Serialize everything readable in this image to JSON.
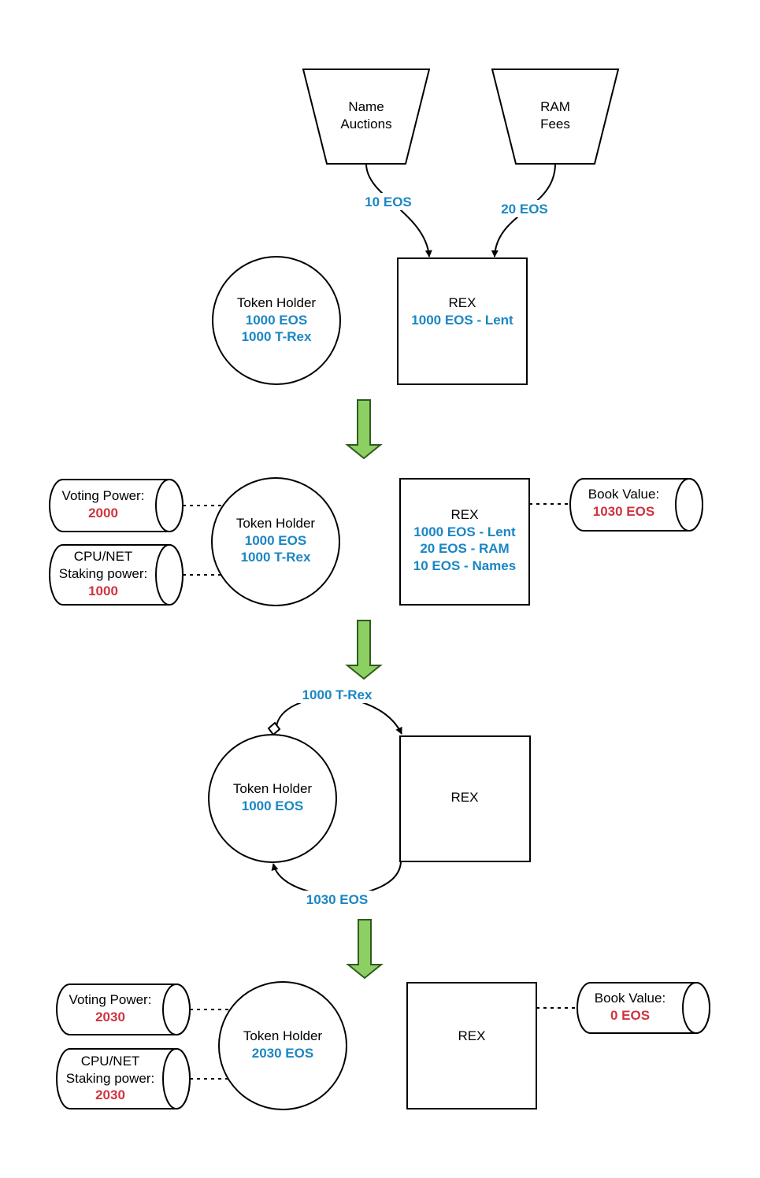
{
  "colors": {
    "accent_blue": "#1b86c4",
    "accent_red": "#d0343e",
    "arrow_green": "#8ccf62"
  },
  "stage1": {
    "name_auctions": [
      "Name",
      "Auctions"
    ],
    "ram_fees": [
      "RAM",
      "Fees"
    ],
    "flow_name": "10 EOS",
    "flow_ram": "20 EOS",
    "holder_title": "Token Holder",
    "holder_eos": "1000 EOS",
    "holder_trex": "1000 T-Rex",
    "rex_title": "REX",
    "rex_lent": "1000 EOS - Lent"
  },
  "stage2": {
    "voting_label": "Voting Power:",
    "voting_value": "2000",
    "cpu_label_1": "CPU/NET",
    "cpu_label_2": "Staking power:",
    "cpu_value": "1000",
    "holder_title": "Token Holder",
    "holder_eos": "1000 EOS",
    "holder_trex": "1000 T-Rex",
    "rex_title": "REX",
    "rex_lines": [
      "1000 EOS - Lent",
      "20 EOS - RAM",
      "10 EOS - Names"
    ],
    "book_label": "Book Value:",
    "book_value": "1030 EOS"
  },
  "stage3": {
    "flow_trex": "1000 T-Rex",
    "holder_title": "Token Holder",
    "holder_eos": "1000 EOS",
    "rex_title": "REX",
    "flow_eos": "1030 EOS"
  },
  "stage4": {
    "voting_label": "Voting Power:",
    "voting_value": "2030",
    "cpu_label_1": "CPU/NET",
    "cpu_label_2": "Staking power:",
    "cpu_value": "2030",
    "holder_title": "Token Holder",
    "holder_eos": "2030 EOS",
    "rex_title": "REX",
    "book_label": "Book Value:",
    "book_value": "0 EOS"
  }
}
